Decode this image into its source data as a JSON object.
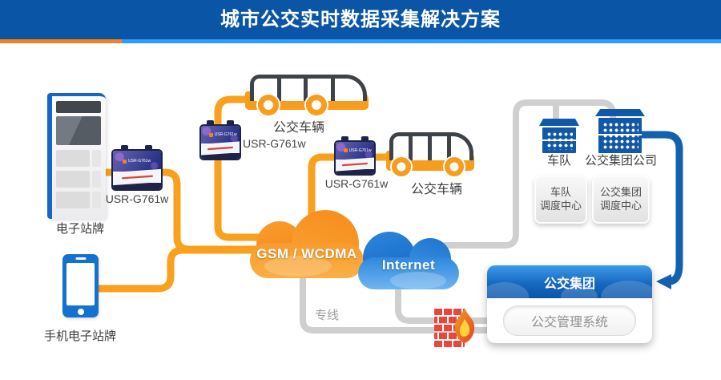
{
  "header": {
    "title": "城市公交实时数据采集解决方案"
  },
  "left": {
    "kiosk_label": "电子站牌",
    "phone_label": "手机电子站牌"
  },
  "devices": {
    "label": "USR-G761w",
    "chip": "USR-G761w"
  },
  "buses": {
    "label": "公交车辆"
  },
  "clouds": {
    "gsm": "GSM / WCDMA",
    "internet": "Internet",
    "line_label": "专线"
  },
  "right": {
    "fleet_label": "车队",
    "company_label": "公交集团公司",
    "fleet_center": {
      "line1": "车队",
      "line2": "调度中心"
    },
    "company_center": {
      "line1": "公交集团",
      "line2": "调度中心"
    },
    "panel": {
      "title": "公交集团",
      "system": "公交管理系统"
    }
  },
  "colors": {
    "header_blue": "#0A55A6",
    "stripe_orange": "#F5821F",
    "stripe_blue": "#2E9AFF",
    "line_orange": "#F9A01C",
    "line_gray": "#CFCFCF",
    "line_blue": "#1361AE",
    "bus_orange": "#F89C1C",
    "building_blue": "#1158A8",
    "firewall_red": "#E8473B"
  }
}
